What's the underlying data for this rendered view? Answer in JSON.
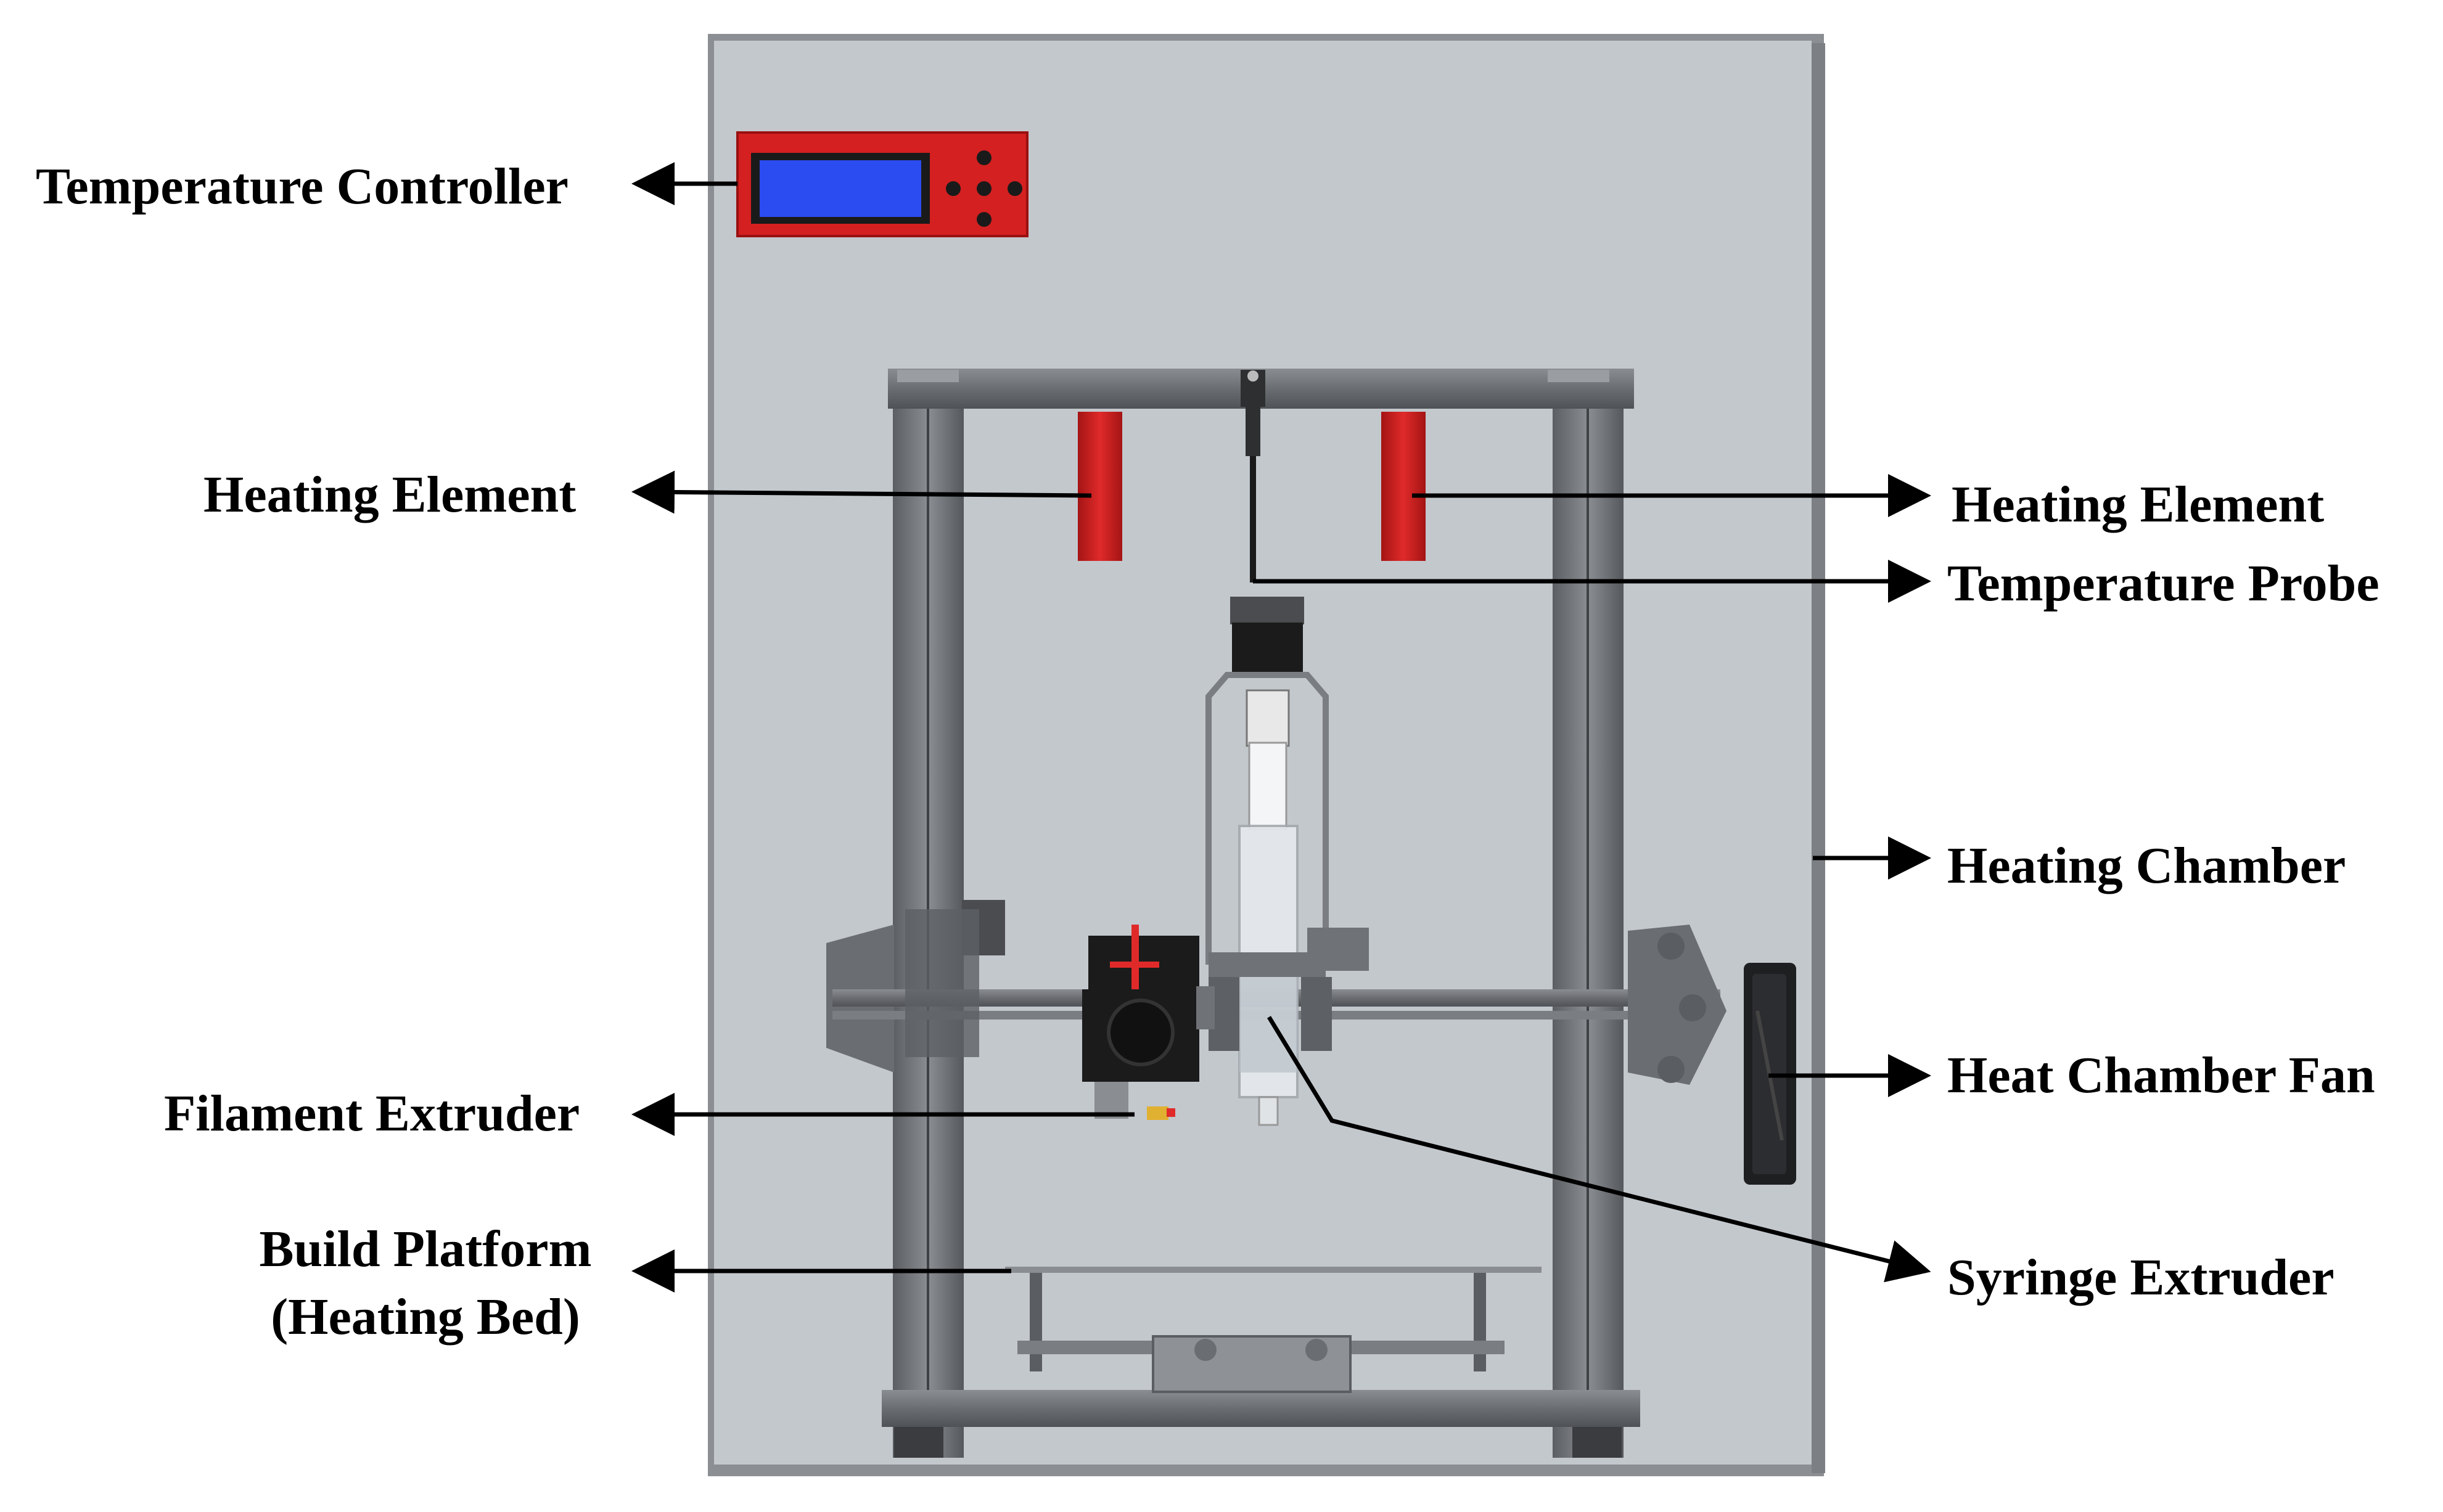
{
  "labels": {
    "temperature_controller": "Temperature Controller",
    "heating_element_left": "Heating Element",
    "heating_element_right": "Heating Element",
    "temperature_probe": "Temperature Probe",
    "heating_chamber": "Heating Chamber",
    "heat_chamber_fan": "Heat Chamber Fan",
    "filament_extruder": "Filament Extruder",
    "syringe_extruder": "Syringe Extruder",
    "build_platform_line1": "Build Platform",
    "build_platform_line2": "(Heating Bed)"
  },
  "colors": {
    "chamber_panel": "#c3c8cd",
    "chamber_border": "#8b8e92",
    "frame_metal": "#6f7276",
    "heating_element": "#d42020",
    "controller_body": "#d42020",
    "controller_screen": "#2b4cf0",
    "extruder_body": "#1b1b1b",
    "syringe_glass": "#e6eaee",
    "leader_line": "#000000"
  }
}
